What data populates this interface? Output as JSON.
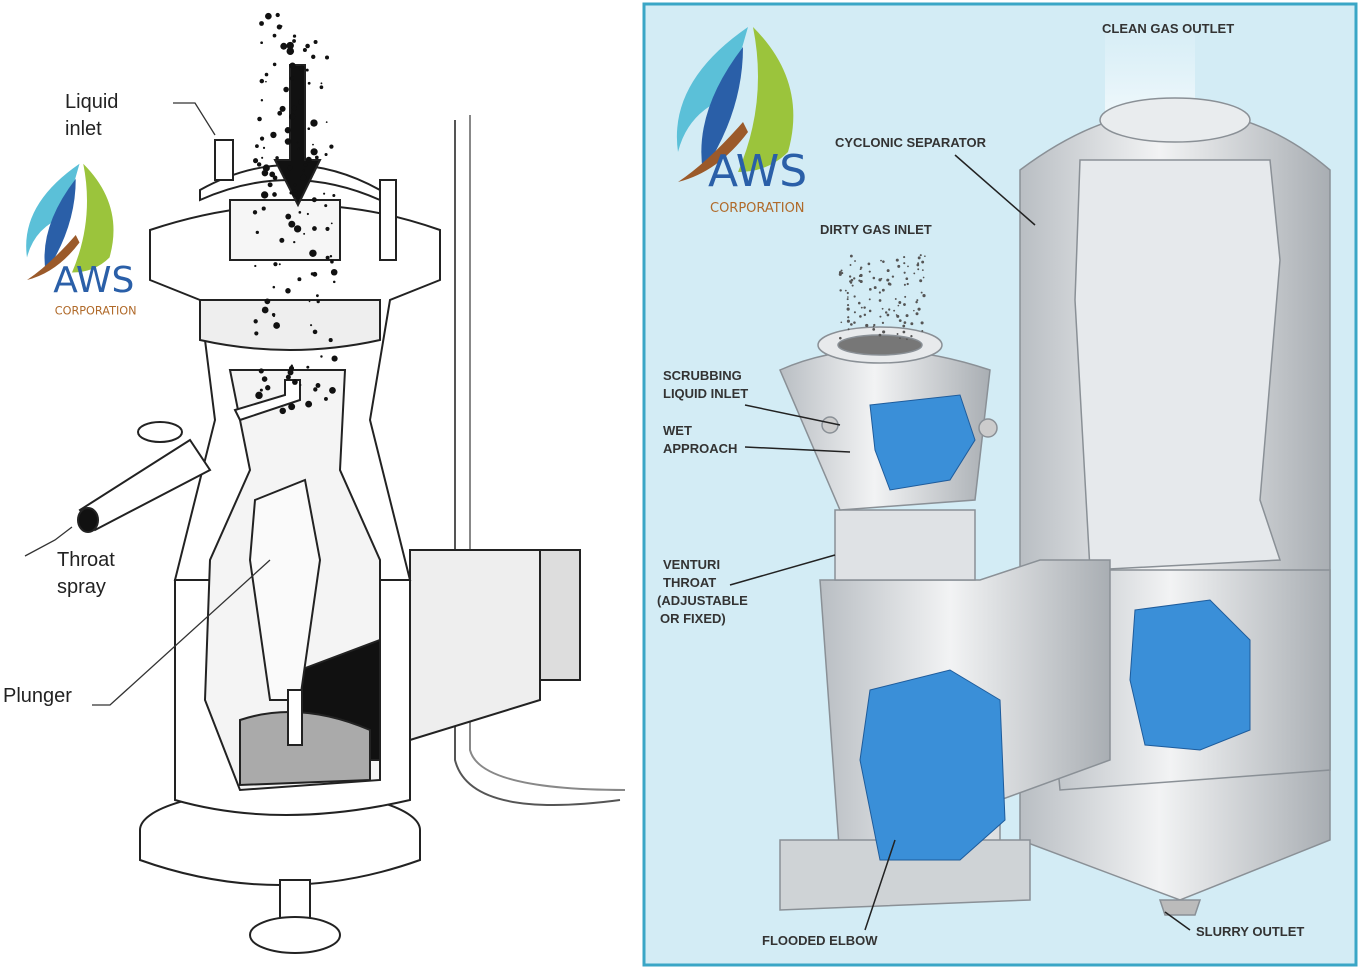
{
  "left_diagram": {
    "labels": {
      "liquid_inlet_1": "Liquid",
      "liquid_inlet_2": "inlet",
      "throat_spray_1": "Throat",
      "throat_spray_2": "spray",
      "plunger": "Plunger"
    },
    "logo": {
      "name": "AWS",
      "sub": "CORPORATION"
    }
  },
  "right_diagram": {
    "labels": {
      "clean_gas_outlet": "CLEAN GAS OUTLET",
      "cyclonic_separator": "CYCLONIC SEPARATOR",
      "dirty_gas_inlet": "DIRTY GAS INLET",
      "scrubbing_1": "SCRUBBING",
      "scrubbing_2": "LIQUID INLET",
      "wet_1": "WET",
      "wet_2": "APPROACH",
      "venturi_1": "VENTURI",
      "venturi_2": "THROAT",
      "venturi_3": "(ADJUSTABLE",
      "venturi_4": "OR FIXED)",
      "flooded_elbow": "FLOODED ELBOW",
      "slurry_outlet": "SLURRY OUTLET"
    },
    "logo": {
      "name": "AWS",
      "sub": "CORPORATION"
    }
  },
  "colors": {
    "panel_bg": "#d3ecf5",
    "panel_border": "#3aa6c6",
    "water": "#3a8fd8",
    "metal": "#d9dcdf"
  }
}
